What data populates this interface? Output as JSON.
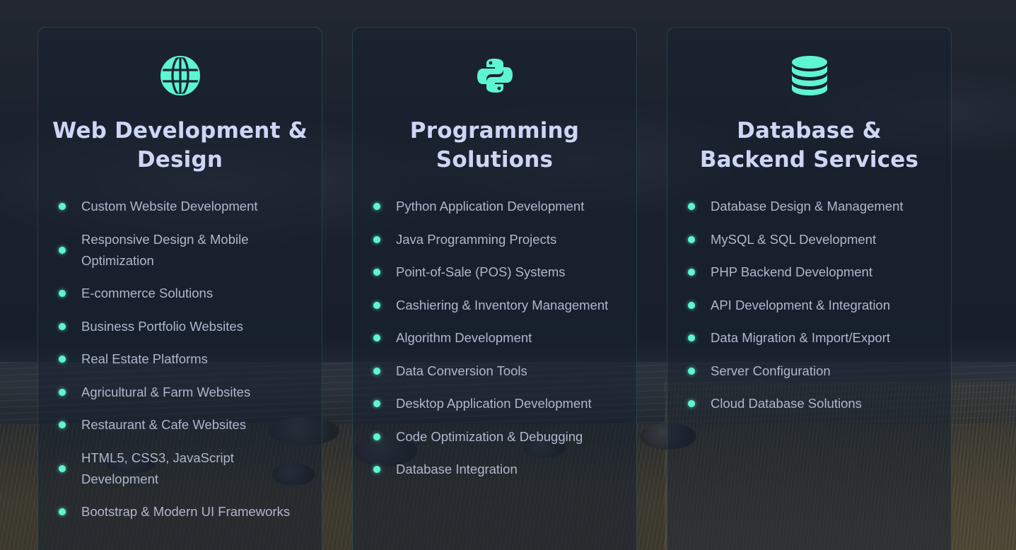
{
  "colors": {
    "accent": "#5ef5d2",
    "title": "#cdd6f4",
    "item_text": "#aeb7cc"
  },
  "cards": [
    {
      "icon": "globe-icon",
      "title": "Web Development & Design",
      "items": [
        "Custom Website Development",
        "Responsive Design & Mobile Optimization",
        "E-commerce Solutions",
        "Business Portfolio Websites",
        "Real Estate Platforms",
        "Agricultural & Farm Websites",
        "Restaurant & Cafe Websites",
        "HTML5, CSS3, JavaScript Development",
        "Bootstrap & Modern UI Frameworks"
      ]
    },
    {
      "icon": "python-icon",
      "title": "Programming Solutions",
      "items": [
        "Python Application Development",
        "Java Programming Projects",
        "Point-of-Sale (POS) Systems",
        "Cashiering & Inventory Management",
        "Algorithm Development",
        "Data Conversion Tools",
        "Desktop Application Development",
        "Code Optimization & Debugging",
        "Database Integration"
      ]
    },
    {
      "icon": "database-icon",
      "title": "Database & Backend Services",
      "items": [
        "Database Design & Management",
        "MySQL & SQL Development",
        "PHP Backend Development",
        "API Development & Integration",
        "Data Migration & Import/Export",
        "Server Configuration",
        "Cloud Database Solutions"
      ]
    }
  ]
}
